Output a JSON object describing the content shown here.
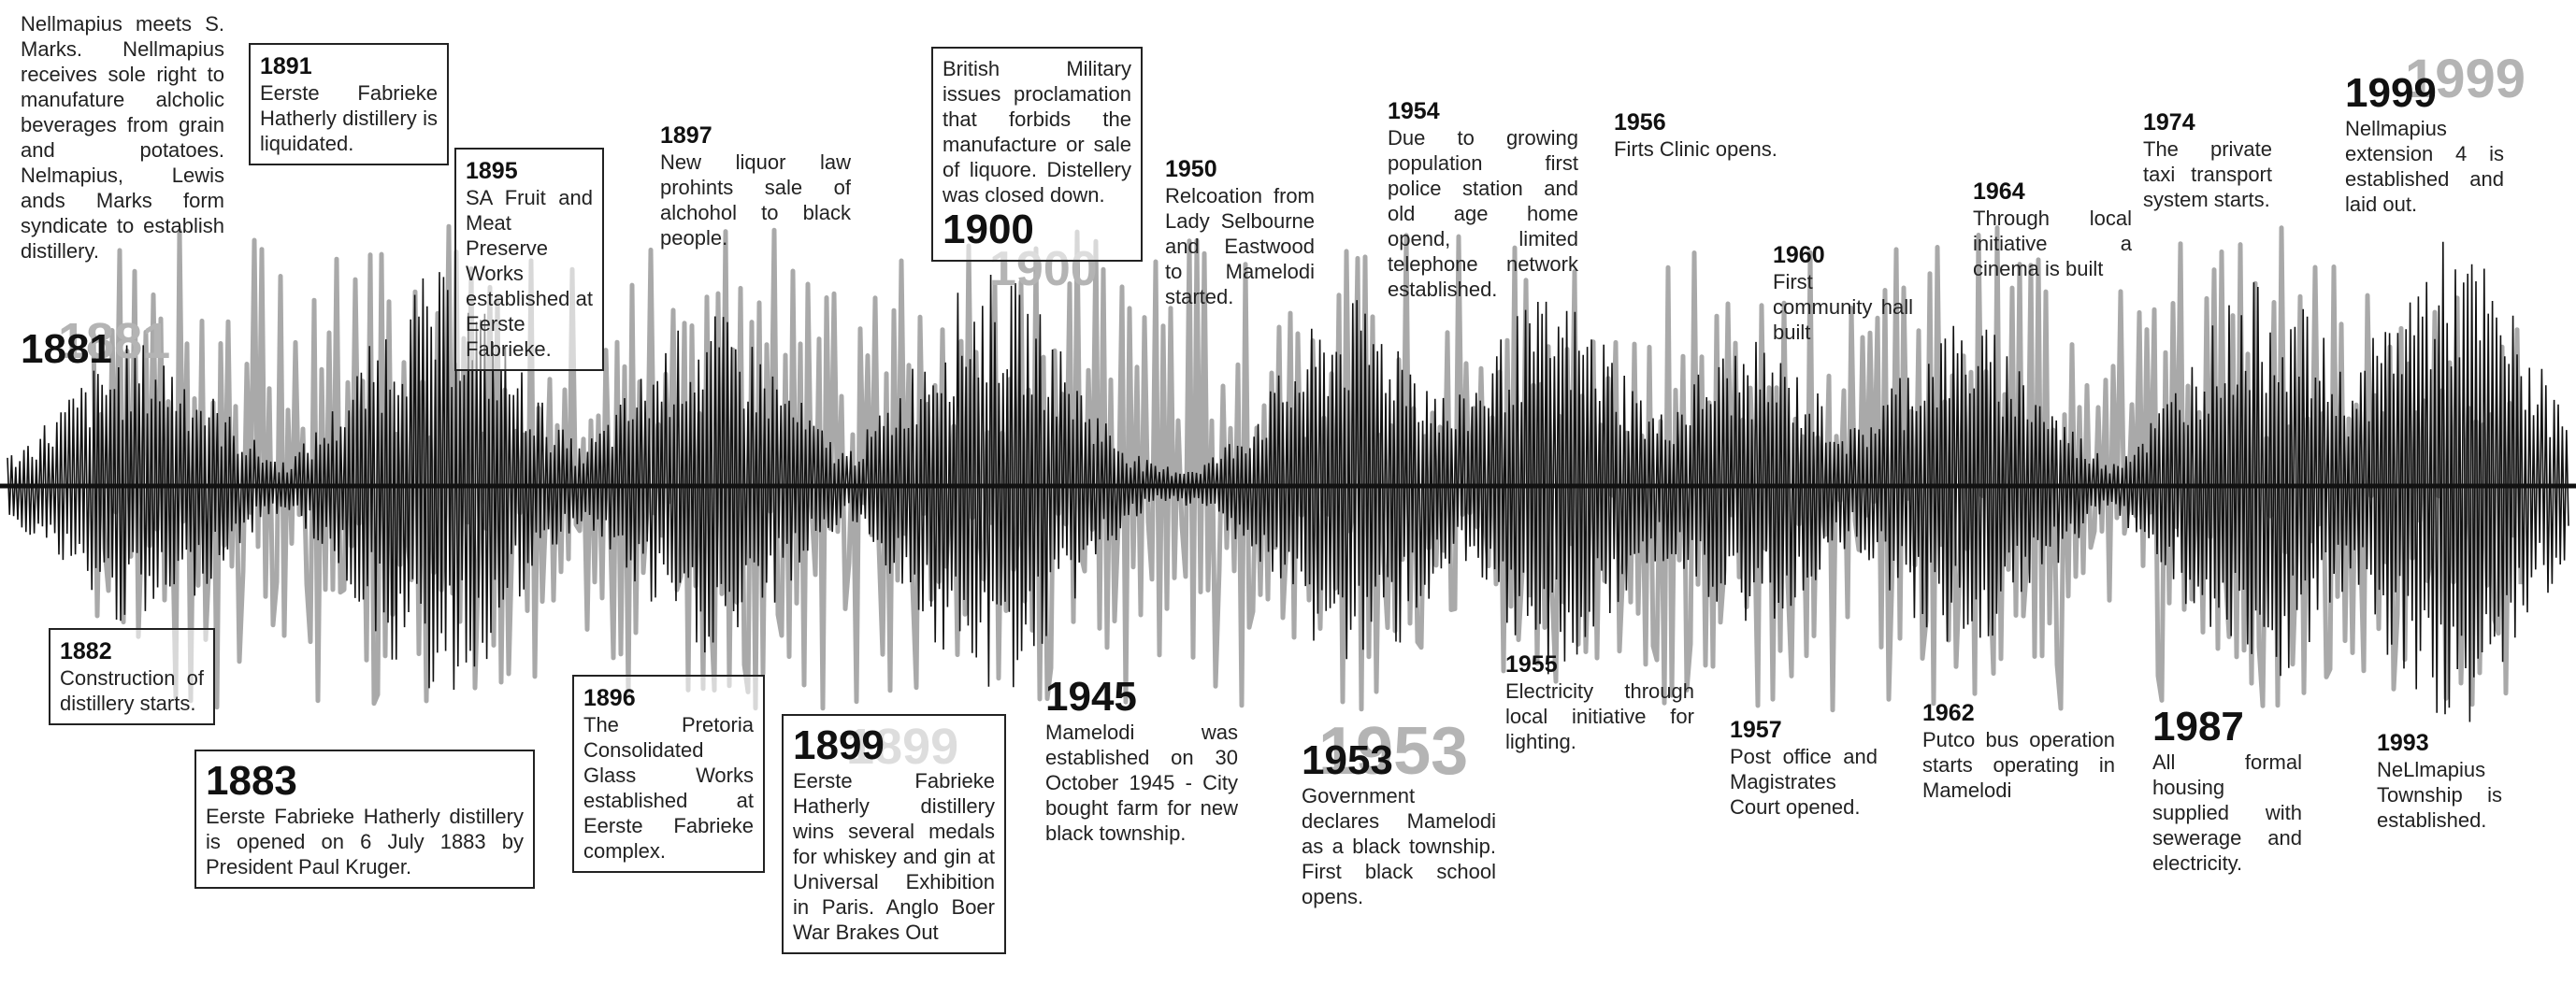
{
  "colors": {
    "waveform": "#111111",
    "scribble": "#a9a9a9",
    "ghost_year": "#b4b4b4",
    "axis": "#111111"
  },
  "ghost_years": [
    "1881",
    "1900",
    "1899",
    "1953",
    "1999"
  ],
  "events": [
    {
      "id": "intro",
      "year": "",
      "text": "Nellmapius meets S. Marks. Nellmapius receives sole right to manufature alcholic beverages from grain and potatoes. Nelmapius, Lewis ands Marks form syndicate to establish distillery."
    },
    {
      "id": "e1881",
      "year": "1881",
      "text": ""
    },
    {
      "id": "e1891",
      "year": "1891",
      "text": "Eerste Fabrieke Hatherly distillery is liquidated."
    },
    {
      "id": "e1895",
      "year": "1895",
      "text": "SA Fruit and Meat Preserve Works established at Eerste Fabrieke."
    },
    {
      "id": "e1897",
      "year": "1897",
      "text": "New liquor law prohints sale of alchohol to black people."
    },
    {
      "id": "e1900",
      "year": "1900",
      "text": "British Military issues proclamation that forbids the manufacture or sale of liquore. Distellery was closed down."
    },
    {
      "id": "e1950",
      "year": "1950",
      "text": "Relcoation from Lady Selbourne and Eastwood to Mamelodi started."
    },
    {
      "id": "e1954",
      "year": "1954",
      "text": "Due to growing population first police station and old age home opend, limited telephone network established."
    },
    {
      "id": "e1956",
      "year": "1956",
      "text": "Firts Clinic opens."
    },
    {
      "id": "e1960",
      "year": "1960",
      "text": "First community hall built"
    },
    {
      "id": "e1964",
      "year": "1964",
      "text": "Through local initiative a cinema is built"
    },
    {
      "id": "e1974",
      "year": "1974",
      "text": "The private taxi transport system starts."
    },
    {
      "id": "e1999",
      "year": "1999",
      "text": "Nellmapius extension 4 is established and laid out."
    },
    {
      "id": "e1882",
      "year": "1882",
      "text": "Construction of distillery starts."
    },
    {
      "id": "e1883",
      "year": "1883",
      "text": "Eerste Fabrieke Hatherly distillery is opened on 6 July 1883 by President Paul Kruger."
    },
    {
      "id": "e1896",
      "year": "1896",
      "text": "The Pretoria Consolidated Glass Works established at Eerste Fabrieke complex."
    },
    {
      "id": "e1899",
      "year": "1899",
      "text": "Eerste Fabrieke Hatherly distillery wins several medals for whiskey and gin at Universal Exhibition in Paris. Anglo Boer War Brakes Out"
    },
    {
      "id": "e1945",
      "year": "1945",
      "text": "Mamelodi was established on 30 October 1945 - City bought farm for new black township."
    },
    {
      "id": "e1953",
      "year": "1953",
      "text": "Government declares Mamelodi as a black township. First black school opens."
    },
    {
      "id": "e1955",
      "year": "1955",
      "text": "Electricity through local initiative for lighting."
    },
    {
      "id": "e1957",
      "year": "1957",
      "text": "Post office and Magistrates Court opened."
    },
    {
      "id": "e1962",
      "year": "1962",
      "text": "Putco bus operation starts operating in Mamelodi"
    },
    {
      "id": "e1987",
      "year": "1987",
      "text": "All formal housing supplied with sewerage and electricity."
    },
    {
      "id": "e1993",
      "year": "1993",
      "text": "NeLlmapius Township is established."
    }
  ]
}
